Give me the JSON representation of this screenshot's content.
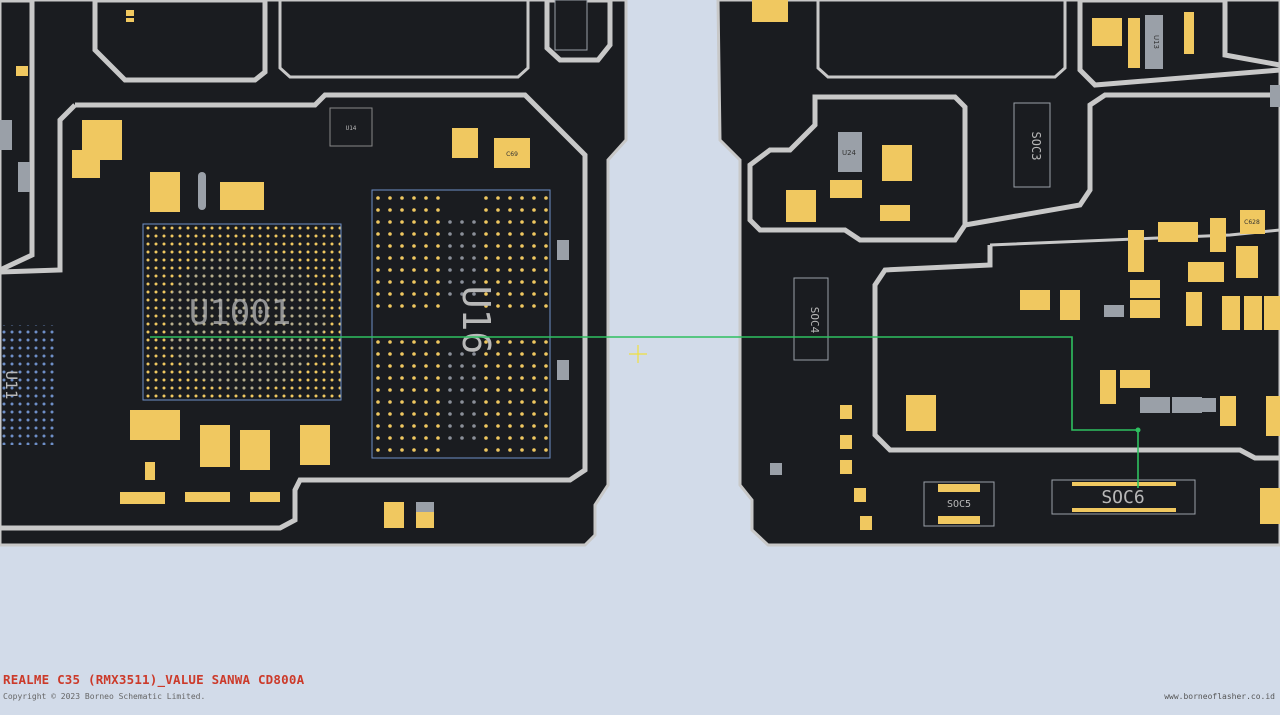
{
  "footer": {
    "title": "REALME C35 (RMX3511)_VALUE SANWA CD800A",
    "copyright": "Copyright © 2023 Borneo Schematic Limited.",
    "website": "www.borneoflasher.co.id"
  },
  "components": {
    "u1001": "U1001",
    "u16": "U16",
    "u11": "U11",
    "u14": "U14",
    "u24": "U24",
    "u13": "U13",
    "soc3": "SOC3",
    "soc4": "SOC4",
    "soc5": "SOC5",
    "soc6": "SOC6",
    "c69": "C69",
    "c628": "C628"
  },
  "colors": {
    "board": "#1a1c20",
    "outline": "#c8c8c8",
    "background": "#d2dbe9",
    "pad": "#f0c860",
    "trace": "#2ec060",
    "cursor": "#f0e040",
    "title": "#cc3a2a"
  }
}
